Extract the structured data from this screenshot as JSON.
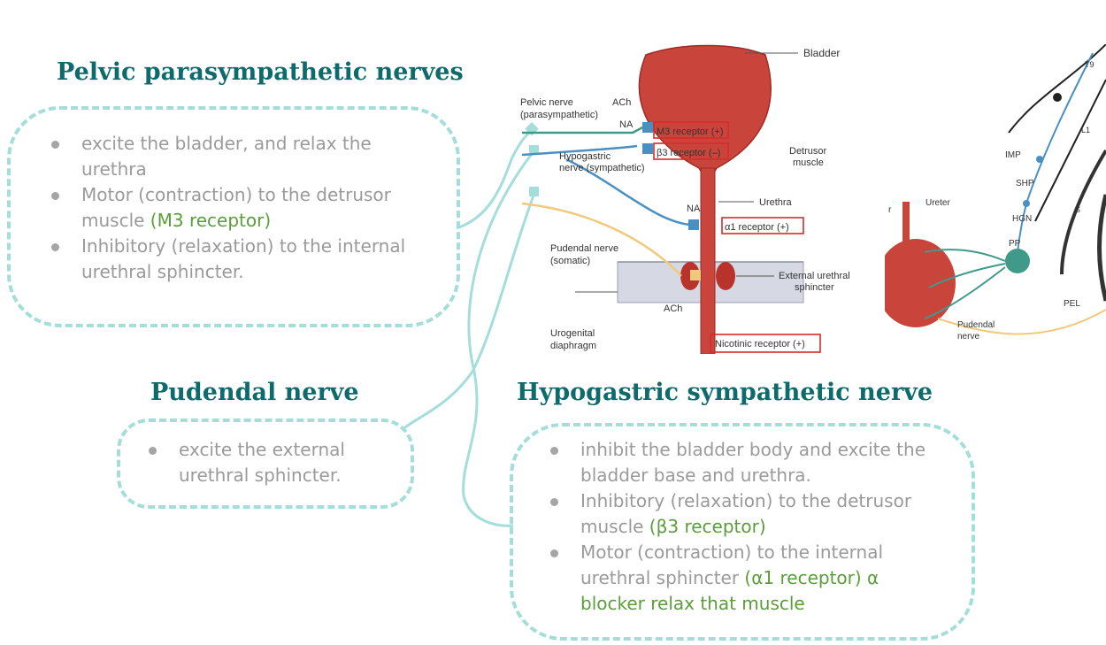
{
  "colors": {
    "heading": "#0f6b6b",
    "dash": "#a4dedb",
    "bullet_text": "#9a9a9a",
    "highlight": "#5a9e3a",
    "parasympathetic_nerve": "#4a90c2",
    "somatic_nerve": "#f0c97a",
    "bladder": "#c9453b",
    "receptor_box": "#d62b2b"
  },
  "pelvic": {
    "title": "Pelvic parasympathetic nerves",
    "b1": "excite the bladder, and relax the urethra",
    "b2_text": "Motor (contraction) to the detrusor muscle ",
    "b2_hl": "(M3 receptor)",
    "b3": "Inhibitory (relaxation) to the internal urethral sphincter."
  },
  "pudendal": {
    "title": "Pudendal nerve",
    "b1": "excite the external urethral sphincter."
  },
  "hypogastric": {
    "title": "Hypogastric sympathetic nerve",
    "b1": "inhibit the bladder body and excite the bladder base and urethra.",
    "b2_text": "Inhibitory (relaxation) to the detrusor muscle ",
    "b2_hl": "(β3 receptor)",
    "b3_text": "Motor (contraction) to the internal urethral sphincter ",
    "b3_hl": "(α1 receptor) α blocker relax that muscle"
  },
  "figure1": {
    "bladder": "Bladder",
    "pelvic_nerve": "Pelvic nerve",
    "parasympathetic": "(parasympathetic)",
    "ach_top": "ACh",
    "m3": "M3 receptor (+)",
    "na_top": "NA",
    "b3": "β3 receptor (–)",
    "hypogastric": "Hypogastric",
    "sympathetic": "nerve (sympathetic)",
    "detrusor1": "Detrusor",
    "detrusor2": "muscle",
    "urethra": "Urethra",
    "na_mid": "NA",
    "a1": "α1 receptor (+)",
    "pudendal": "Pudendal nerve",
    "somatic": "(somatic)",
    "ext1": "External urethral",
    "ext2": "sphincter",
    "ach_bottom": "ACh",
    "nicotinic": "Nicotinic receptor (+)",
    "urogenital1": "Urogenital",
    "urogenital2": "diaphragm"
  },
  "figure2": {
    "t9": "T9",
    "l1": "L1",
    "s": "S",
    "imp": "IMP",
    "shp": "SHP",
    "hgn": "HGN",
    "pp": "PP",
    "pel": "PEL",
    "ureter": "Ureter",
    "r": "r",
    "pudendal1": "Pudendal",
    "pudendal2": "nerve"
  }
}
